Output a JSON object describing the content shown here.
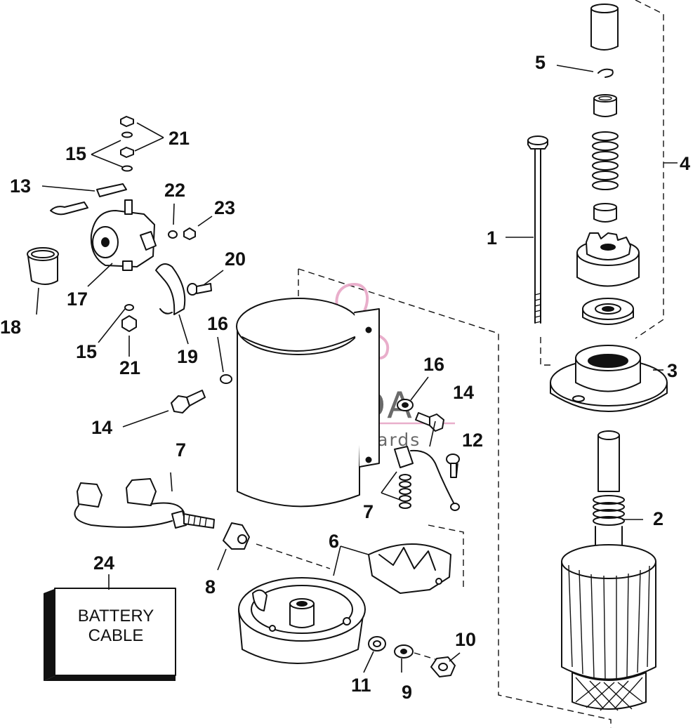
{
  "callouts": [
    {
      "id": "c1",
      "text": "1"
    },
    {
      "id": "c2",
      "text": "2"
    },
    {
      "id": "c3",
      "text": "3"
    },
    {
      "id": "c4",
      "text": "4"
    },
    {
      "id": "c5",
      "text": "5"
    },
    {
      "id": "c6",
      "text": "6"
    },
    {
      "id": "c7a",
      "text": "7"
    },
    {
      "id": "c7b",
      "text": "7"
    },
    {
      "id": "c8",
      "text": "8"
    },
    {
      "id": "c9",
      "text": "9"
    },
    {
      "id": "c10",
      "text": "10"
    },
    {
      "id": "c11",
      "text": "11"
    },
    {
      "id": "c12",
      "text": "12"
    },
    {
      "id": "c13",
      "text": "13"
    },
    {
      "id": "c14a",
      "text": "14"
    },
    {
      "id": "c14b",
      "text": "14"
    },
    {
      "id": "c15a",
      "text": "15"
    },
    {
      "id": "c15b",
      "text": "15"
    },
    {
      "id": "c16a",
      "text": "16"
    },
    {
      "id": "c16b",
      "text": "16"
    },
    {
      "id": "c17",
      "text": "17"
    },
    {
      "id": "c18",
      "text": "18"
    },
    {
      "id": "c19",
      "text": "19"
    },
    {
      "id": "c20",
      "text": "20"
    },
    {
      "id": "c21a",
      "text": "21"
    },
    {
      "id": "c21b",
      "text": "21"
    },
    {
      "id": "c22",
      "text": "22"
    },
    {
      "id": "c23",
      "text": "23"
    },
    {
      "id": "c24",
      "text": "24"
    }
  ],
  "battery_label": {
    "line1": "BATTERY",
    "line2": "CABLE"
  },
  "watermark": {
    "brand": "ARMADA",
    "tagline": "marine outboards",
    "accent_color": "#e7a6c6",
    "text_color": "#5a5a5a"
  }
}
